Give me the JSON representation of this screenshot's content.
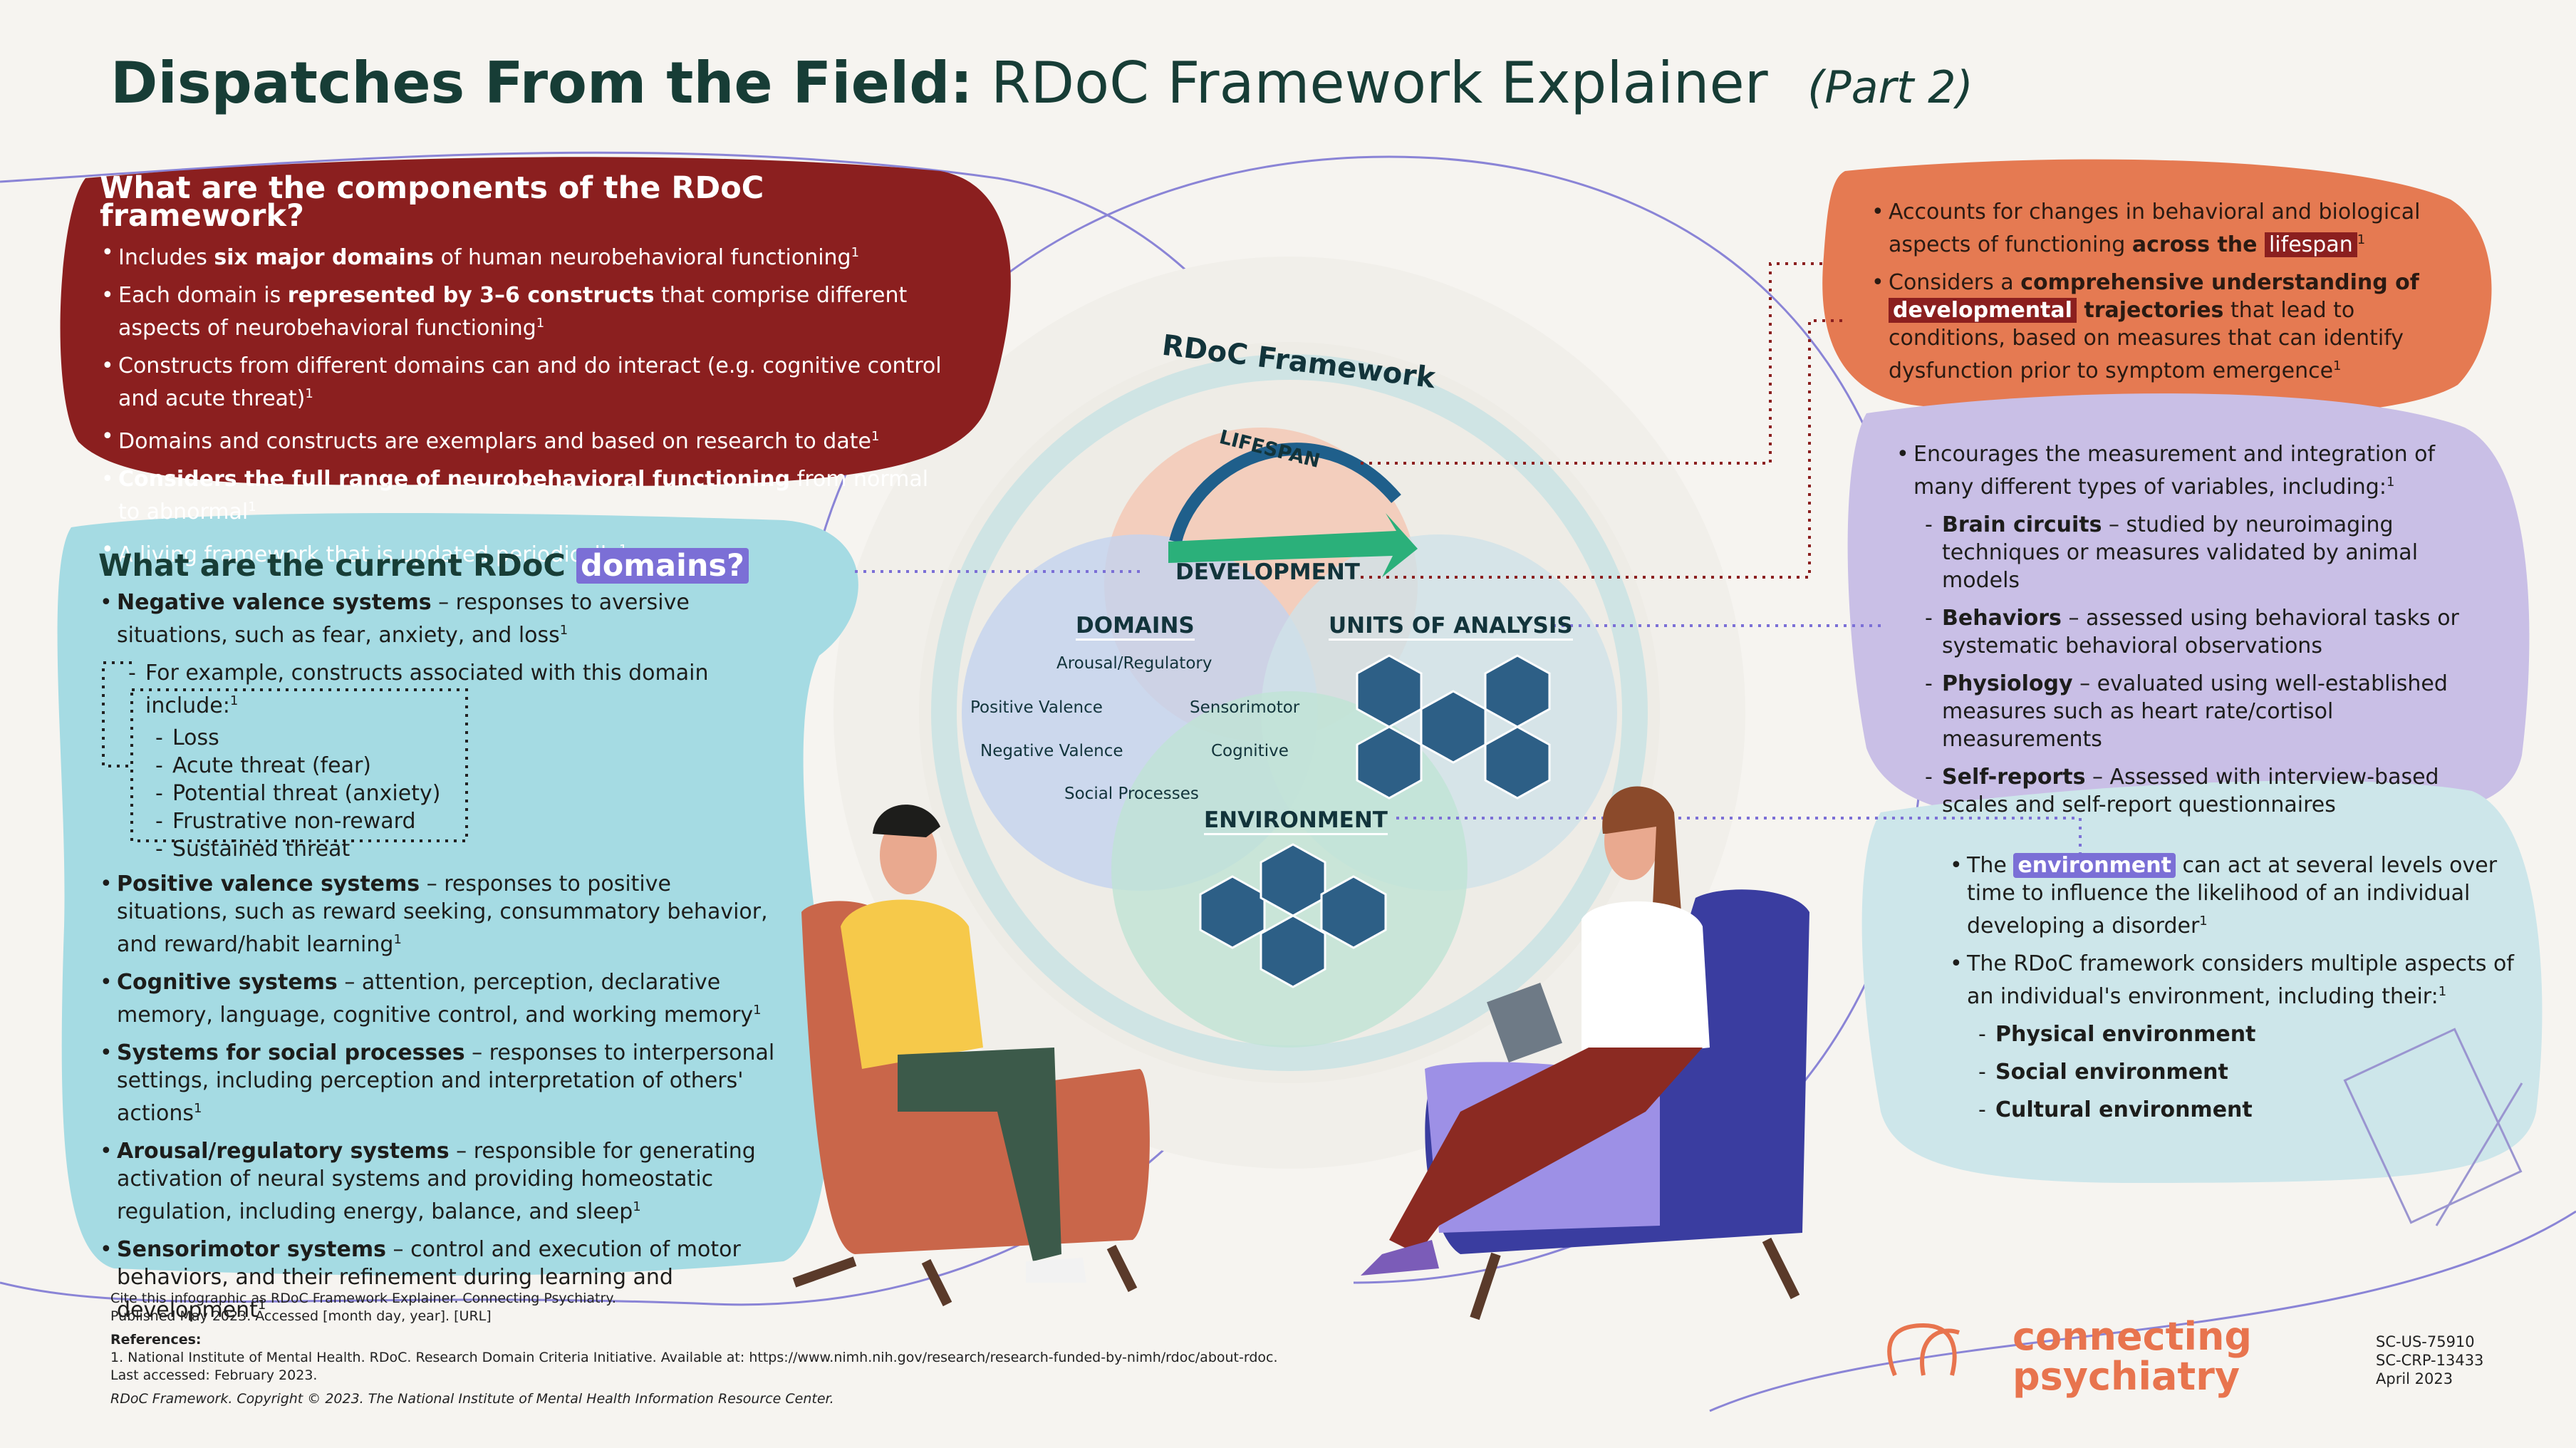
{
  "title": {
    "bold": "Dispatches From the Field:",
    "main": "RDoC Framework Explainer",
    "part": "(Part 2)"
  },
  "components": {
    "heading": "What are the components of the RDoC framework?",
    "items": [
      {
        "pre": "Includes ",
        "bold": "six major domains",
        "post": " of human neurobehavioral functioning",
        "sup": "1"
      },
      {
        "pre": "Each domain is ",
        "bold": "represented by 3–6 constructs",
        "post": " that comprise different aspects of neurobehavioral functioning",
        "sup": "1"
      },
      {
        "pre": "Constructs from different domains can and do interact (e.g. cognitive control and acute threat)",
        "bold": "",
        "post": "",
        "sup": "1"
      },
      {
        "pre": "Domains and constructs are exemplars and based on research to date",
        "bold": "",
        "post": "",
        "sup": "1"
      },
      {
        "pre": "",
        "bold": "Considers the full range of neurobehavioral functioning",
        "post": " from normal to abnormal",
        "sup": "1"
      },
      {
        "pre": "A living framework that is updated periodically",
        "bold": "",
        "post": "",
        "sup": "1"
      }
    ]
  },
  "domains": {
    "heading_pre": "What are the current RDoC ",
    "heading_hl": "domains?",
    "negative": {
      "bold": "Negative valence systems",
      "text": " – responses to aversive situations, such as fear, anxiety, and loss",
      "sup": "1"
    },
    "example_intro": "For example, constructs associated with this domain include:",
    "example_sup": "1",
    "constructs": [
      "Loss",
      "Acute threat (fear)",
      "Potential threat (anxiety)",
      "Frustrative non-reward",
      "Sustained threat"
    ],
    "others": [
      {
        "bold": "Positive valence systems",
        "text": " – responses to positive situations, such as reward seeking, consummatory behavior, and reward/habit learning",
        "sup": "1"
      },
      {
        "bold": "Cognitive systems",
        "text": " – attention, perception, declarative memory, language, cognitive control, and working memory",
        "sup": "1"
      },
      {
        "bold": "Systems for social processes",
        "text": " – responses to interpersonal settings, including perception and interpretation of others' actions",
        "sup": "1"
      },
      {
        "bold": "Arousal/regulatory systems",
        "text": " – responsible for generating activation of neural systems and providing homeostatic regulation, including energy, balance, and sleep",
        "sup": "1"
      },
      {
        "bold": "Sensorimotor systems",
        "text": " – control and execution of motor behaviors, and their refinement during learning and development",
        "sup": "1"
      }
    ]
  },
  "development": {
    "item1_pre": "Accounts for changes in behavioral and biological aspects of functioning ",
    "item1_bold": "across the ",
    "item1_hl": "lifespan",
    "item1_sup": "1",
    "item2_pre": "Considers a ",
    "item2_bold": "comprehensive understanding of",
    "item2_hl": "developmental",
    "item2_bold2": " trajectories",
    "item2_post": " that lead to conditions, based on measures that can identify dysfunction prior to symptom emergence",
    "item2_sup": "1"
  },
  "units": {
    "intro": "Encourages the measurement and integration of many different types of variables, including:",
    "intro_sup": "1",
    "items": [
      {
        "bold": "Brain circuits",
        "text": " – studied by neuroimaging techniques or measures validated by animal models"
      },
      {
        "bold": "Behaviors",
        "text": " – assessed using behavioral tasks or systematic behavioral observations"
      },
      {
        "bold": "Physiology",
        "text": " – evaluated using well-established measures such as heart rate/cortisol measurements"
      },
      {
        "bold": "Self-reports",
        "text": " – Assessed with interview-based scales and self-report questionnaires"
      }
    ]
  },
  "environment": {
    "item1_pre": "The ",
    "item1_hl": "environment",
    "item1_post": " can act at several levels over time to influence the likelihood of an individual developing a disorder",
    "item1_sup": "1",
    "item2": "The RDoC framework considers multiple aspects of an individual's environment, including their:",
    "item2_sup": "1",
    "aspects": [
      "Physical environment",
      "Social environment",
      "Cultural environment"
    ]
  },
  "diagram": {
    "framework": "RDoC Framework",
    "lifespan": "LIFESPAN",
    "development": "DEVELOPMENT",
    "domains": "DOMAINS",
    "units": "UNITS OF ANALYSIS",
    "environment": "ENVIRONMENT",
    "domain_labels": [
      "Arousal/Regulatory",
      "Positive Valence",
      "Sensorimotor",
      "Negative Valence",
      "Cognitive",
      "Social Processes"
    ]
  },
  "footer": {
    "cite": "Cite this infographic as RDoC Framework Explainer. Connecting Psychiatry.",
    "published": "Published May 2023. Accessed [month day, year]. [URL]",
    "ref_heading": "References:",
    "ref1": "1. National Institute of Mental Health. RDoC. Research Domain Criteria Initiative. Available at: https://www.nimh.nih.gov/research/research-funded-by-nimh/rdoc/about-rdoc.",
    "accessed": "Last accessed: February 2023.",
    "copyright": "RDoC Framework. Copyright © 2023. The National Institute of Mental Health Information Resource Center."
  },
  "logo": {
    "line1": "connecting",
    "line2": "psychiatry"
  },
  "codes": [
    "SC-US-75910",
    "SC-CRP-13433",
    "April 2023"
  ],
  "colors": {
    "red": "#8b1f1f",
    "teal": "#9fd8e0",
    "orange": "#e57a52",
    "lavender": "#c9bfe6",
    "lightblue": "#cde6ea",
    "title": "#173d36"
  }
}
